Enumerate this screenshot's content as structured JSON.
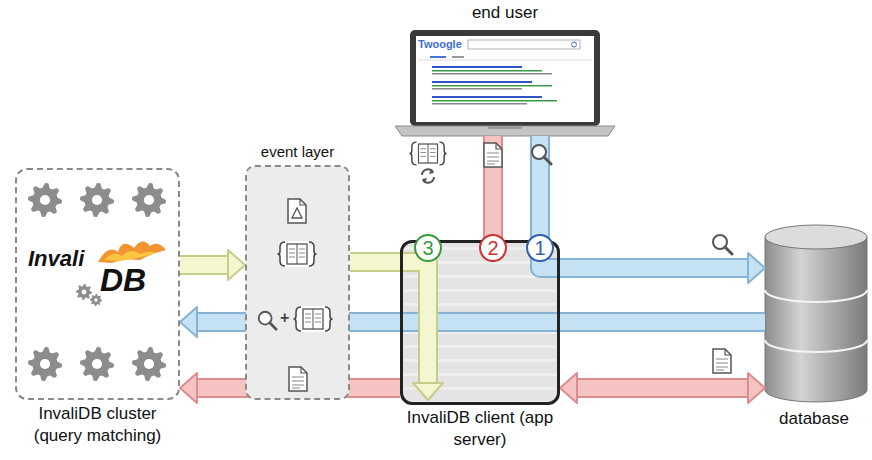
{
  "diagram": {
    "nodes": [
      {
        "text": [
          "end user"
        ]
      },
      {
        "text": [
          "InvaliDB cluster (query matching)"
        ]
      },
      {
        "text": [
          "event layer"
        ]
      },
      {
        "text": [
          "InvaliDB client (app server)"
        ]
      },
      {
        "text": [
          "database"
        ]
      }
    ],
    "edges": [
      {
        "from": 0,
        "to": 4,
        "arrow": "to"
      },
      {
        "from": 4,
        "to": 1,
        "arrow": "to"
      },
      {
        "from": 0,
        "to": 3,
        "arrow": "none"
      },
      {
        "from": 3,
        "to": 4,
        "arrow": "both"
      },
      {
        "from": 3,
        "to": 1,
        "arrow": "to"
      },
      {
        "from": 1,
        "to": 2,
        "arrow": "to"
      },
      {
        "from": 2,
        "to": 0,
        "arrow": "to"
      }
    ],
    "labels": [
      "1",
      "2",
      "3",
      "Twoogle",
      "Invali",
      "DB",
      "+"
    ]
  }
}
